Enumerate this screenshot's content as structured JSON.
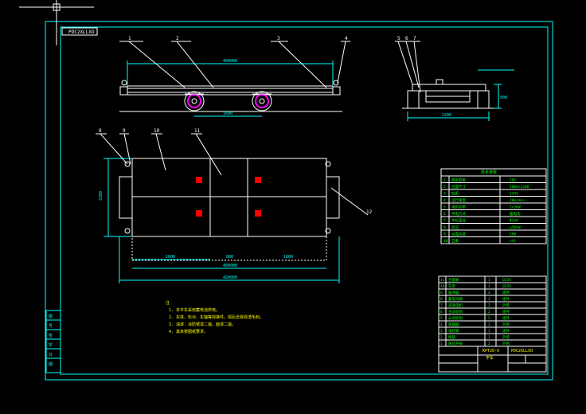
{
  "colors": {
    "background": "#000000",
    "frame": "#00ffff",
    "outline": "#ffffff",
    "dimension": "#00ff00",
    "notes": "#ffff00",
    "hatch": "#ff0000",
    "wheel": "#ff00ff",
    "table_text": "#00ff00"
  },
  "drawing": {
    "code_box": "PDC2XLLXO",
    "title_code": "PDC2XLLXO",
    "part_name": "KPT20-9",
    "part_subtitle": "平车"
  },
  "callouts": {
    "top_view": [
      "1",
      "2",
      "3",
      "4"
    ],
    "side_view": [
      "5",
      "6",
      "7"
    ],
    "plan_view": [
      "8",
      "9",
      "10",
      "11"
    ],
    "plan_right": "12"
  },
  "dimensions": {
    "top_overall": "400000",
    "top_wheelbase": "1600",
    "side_width": "2200",
    "side_height": "500",
    "plan_inner": "400000",
    "plan_outer": "420000",
    "plan_height": "2200",
    "plan_seg_left": "1600",
    "plan_seg_mid": "800",
    "plan_seg_right": "1600"
  },
  "notes": {
    "heading": "注",
    "items": [
      "1. 本平车采用蓄电池供电。",
      "2. 车体、轮对、车轴等焊接件，焊后去除焊渣毛刺。",
      "3. 油漆：涂防锈漆二遍，面漆二遍。",
      "4. 其余按图纸要求。"
    ]
  },
  "spec_table": {
    "title": "技术参数",
    "rows": [
      [
        "1",
        "额定载重",
        "20t"
      ],
      [
        "2",
        "台面尺寸",
        "4000×2200"
      ],
      [
        "3",
        "轨距",
        "1435"
      ],
      [
        "4",
        "运行速度",
        "20m/min"
      ],
      [
        "5",
        "电机功率",
        "2×3kW"
      ],
      [
        "6",
        "供电方式",
        "蓄电池"
      ],
      [
        "7",
        "车轮直径",
        "Φ350"
      ],
      [
        "8",
        "轮压",
        "≤50kN"
      ],
      [
        "9",
        "台面高度",
        "500"
      ],
      [
        "10",
        "自重",
        "≈4t"
      ]
    ]
  },
  "bom_rows": [
    [
      "11",
      "台面板",
      "1",
      "Q235"
    ],
    [
      "10",
      "车架",
      "1",
      "Q235"
    ],
    [
      "9",
      "缓冲器",
      "4",
      "组件"
    ],
    [
      "8",
      "蓄电池箱",
      "1",
      "组件"
    ],
    [
      "7",
      "减速电机",
      "2",
      "外购"
    ],
    [
      "6",
      "主动轮组",
      "2",
      "组件"
    ],
    [
      "5",
      "从动轮组",
      "2",
      "组件"
    ],
    [
      "4",
      "联轴器",
      "2",
      "外购"
    ],
    [
      "3",
      "电控箱",
      "1",
      "组件"
    ],
    [
      "2",
      "拖链",
      "1",
      "外购"
    ],
    [
      "1",
      "限位开关",
      "2",
      "外购"
    ]
  ],
  "left_strip_labels": [
    "图",
    "号",
    "签",
    "字",
    "日",
    "期"
  ]
}
